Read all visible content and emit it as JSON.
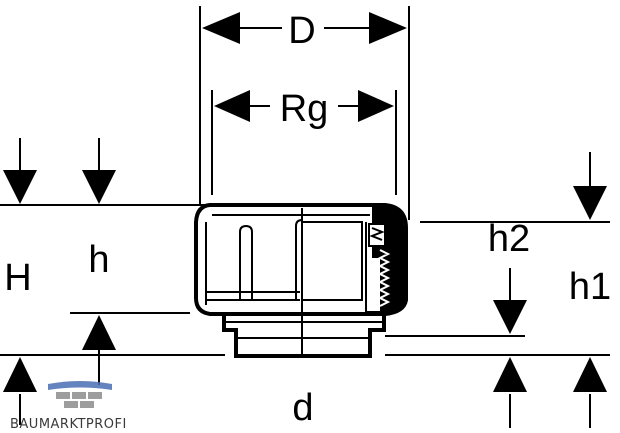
{
  "labels": {
    "D": "D",
    "Rg": "Rg",
    "H": "H",
    "h": "h",
    "h1": "h1",
    "h2": "h2",
    "d": "d"
  },
  "watermark": {
    "text": "BAUMARKTPROFI"
  },
  "colors": {
    "line": "#000000",
    "background": "#ffffff",
    "logo_blue": "#4a6fb5",
    "logo_gray": "#8c8c8c"
  }
}
